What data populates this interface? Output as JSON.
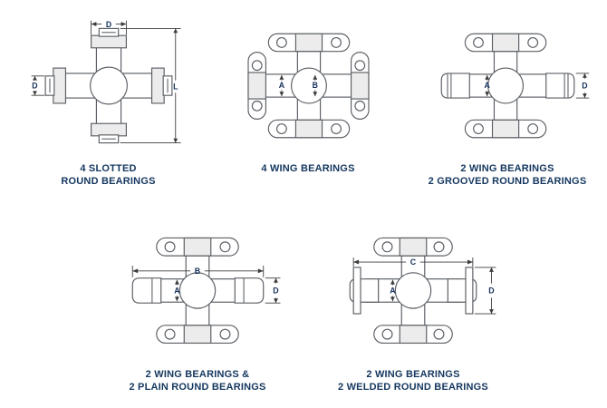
{
  "figures": [
    {
      "caption1": "4 SLOTTED",
      "caption2": "ROUND BEARINGS",
      "dim_top": "D",
      "dim_left": "D",
      "dim_right": "L"
    },
    {
      "caption1": "4 WING BEARINGS",
      "caption2": "",
      "dim_a": "A",
      "dim_b": "B"
    },
    {
      "caption1": "2 WING BEARINGS",
      "caption2": "2 GROOVED ROUND BEARINGS",
      "dim_a": "A",
      "dim_d": "D"
    },
    {
      "caption1": "2 WING BEARINGS &",
      "caption2": "2 PLAIN ROUND BEARINGS",
      "dim_a": "A",
      "dim_b": "B",
      "dim_d": "D"
    },
    {
      "caption1": "2 WING BEARINGS",
      "caption2": "2 WELDED ROUND BEARINGS",
      "dim_a": "A",
      "dim_c": "C",
      "dim_d": "D"
    }
  ],
  "colors": {
    "caption": "#14375f",
    "line": "#5c6066",
    "dimension": "#3c3c3c"
  }
}
